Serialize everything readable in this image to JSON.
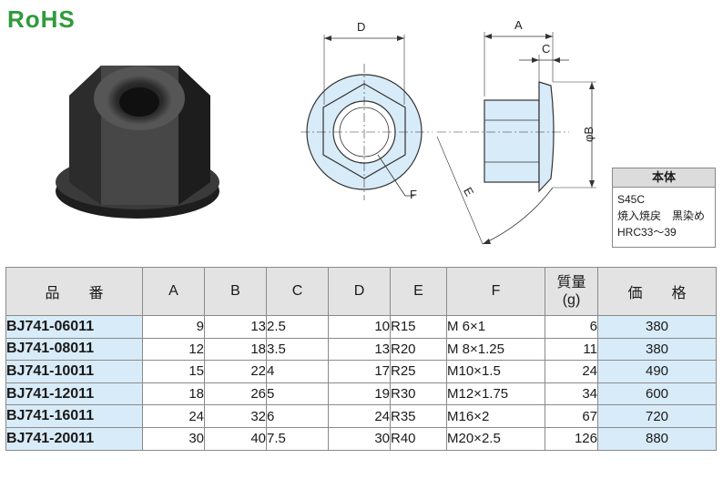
{
  "rohs_label": "RoHS",
  "drawing_labels": {
    "A": "A",
    "B": "φB",
    "C": "C",
    "D": "D",
    "E": "E",
    "F": "F"
  },
  "spec": {
    "title": "本体",
    "lines": [
      "S45C",
      "焼入焼戻　黒染め",
      "HRC33～39"
    ]
  },
  "table": {
    "headers": {
      "part_no": "品　　番",
      "A": "A",
      "B": "B",
      "C": "C",
      "D": "D",
      "E": "E",
      "F": "F",
      "mass": "質量\n(g)",
      "price": "価　　格"
    },
    "rows": [
      {
        "part_no": "BJ741-06011",
        "A": "9",
        "B": "13",
        "C": "2.5",
        "D": "10",
        "E": "R15",
        "F": "M  6×1",
        "mass": "6",
        "price": "380"
      },
      {
        "part_no": "BJ741-08011",
        "A": "12",
        "B": "18",
        "C": "3.5",
        "D": "13",
        "E": "R20",
        "F": "M  8×1.25",
        "mass": "11",
        "price": "380"
      },
      {
        "part_no": "BJ741-10011",
        "A": "15",
        "B": "22",
        "C": "4",
        "D": "17",
        "E": "R25",
        "F": "M10×1.5",
        "mass": "24",
        "price": "490"
      },
      {
        "part_no": "BJ741-12011",
        "A": "18",
        "B": "26",
        "C": "5",
        "D": "19",
        "E": "R30",
        "F": "M12×1.75",
        "mass": "34",
        "price": "600"
      },
      {
        "part_no": "BJ741-16011",
        "A": "24",
        "B": "32",
        "C": "6",
        "D": "24",
        "E": "R35",
        "F": "M16×2",
        "mass": "67",
        "price": "720"
      },
      {
        "part_no": "BJ741-20011",
        "A": "30",
        "B": "40",
        "C": "7.5",
        "D": "30",
        "E": "R40",
        "F": "M20×2.5",
        "mass": "126",
        "price": "880"
      }
    ]
  }
}
